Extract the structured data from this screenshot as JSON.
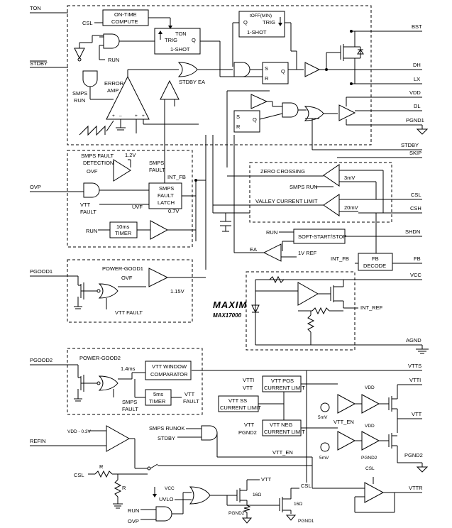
{
  "logo": "MAXIM",
  "part_number": "MAX17000",
  "pins_left": {
    "ton": "TON",
    "stdby": "STDBY",
    "ovp": "OVP",
    "pgood1": "PGOOD1",
    "pgood2": "PGOOD2",
    "refin": "REFIN",
    "csl2": "CSL",
    "run": "RUN",
    "ovp2": "OVP",
    "vdd03": "VDD - 0.3V"
  },
  "pins_right": {
    "bst": "BST",
    "dh": "DH",
    "lx": "LX",
    "vdd": "VDD",
    "dl": "DL",
    "pgnd1": "PGND1",
    "stdby": "STDBY",
    "skip": "SKIP",
    "csl": "CSL",
    "csh": "CSH",
    "shdn": "SHDN",
    "fb": "FB",
    "vcc": "VCC",
    "agnd": "AGND",
    "vtts": "VTTS",
    "vtti": "VTTI",
    "vtt": "VTT",
    "pgnd2": "PGND2",
    "vttr": "VTTR"
  },
  "blocks": {
    "on_time_1": "ON-TIME",
    "on_time_2": "COMPUTE",
    "csl_in": "CSL",
    "ton_oneshot_1": "TON",
    "ton_oneshot_trig": "TRIG",
    "ton_oneshot_q": "Q",
    "ton_oneshot_2": "1-SHOT",
    "toff_1": "tOFF(MIN)",
    "toff_q": "Q",
    "toff_trig": "TRIG",
    "toff_2": "1-SHOT",
    "run": "RUN",
    "smps_run_1": "SMPS",
    "smps_run_2": "RUN",
    "error_amp_1": "ERROR",
    "error_amp_2": "AMP",
    "stdby_ea": "STDBY EA",
    "sr_s": "S",
    "sr_r": "R",
    "sr_q": "Q",
    "sr2_s": "S",
    "sr2_r": "R",
    "sr2_q": "Q",
    "zero_crossing": "ZERO CROSSING",
    "zc_3mv": "3mV",
    "smps_run_label": "SMPS RUN",
    "valley_current_limit": "VALLEY CURRENT LIMIT",
    "vcl_20mv": "20mV",
    "smps_fault_det_1": "SMPS FAULT",
    "smps_fault_det_2": "DETECTION",
    "v12": "1.2V",
    "ovf": "OVF",
    "smps_fault_1": "SMPS",
    "smps_fault_2": "FAULT",
    "int_fb": "INT_FB",
    "latch_1": "SMPS",
    "latch_2": "FAULT",
    "latch_3": "LATCH",
    "vtt_fault_1": "VTT",
    "vtt_fault_2": "FAULT",
    "uvf": "UVF",
    "v07": "0.7V",
    "run2": "RUN",
    "timer_1": "10ms",
    "timer_2": "TIMER",
    "run3": "RUN",
    "soft_start": "SOFT-START/STOP",
    "ea": "EA",
    "ref_1v": "1V REF",
    "int_fb2": "INT_FB",
    "fb_decode_1": "FB",
    "fb_decode_2": "DECODE",
    "pg1_title": "POWER-GOOD1",
    "pg1_ovf": "OVF",
    "pg1_115": "1.15V",
    "pg1_vtt_fault": "VTT FAULT",
    "int_ref": "INT_REF",
    "pg2_title": "POWER-GOOD2",
    "pg2_14ms": "1.4ms",
    "vtt_window_1": "VTT WINDOW",
    "vtt_window_2": "COMPARATOR",
    "timer5_1": "5ms",
    "timer5_2": "TIMER",
    "vtt_fault3_1": "VTT",
    "vtt_fault3_2": "FAULT",
    "smps_fault3_1": "SMPS",
    "smps_fault3_2": "FAULT",
    "vtti_in": "VTTI",
    "vtt_in": "VTT",
    "vtt_pos_1": "VTT POS",
    "vtt_pos_2": "CURRENT LIMIT",
    "vtt_ss_1": "VTT SS",
    "vtt_ss_2": "CURRENT LIMIT",
    "vtt_neg_1": "VTT NEG",
    "vtt_neg_2": "CURRENT LIMIT",
    "vtt_in2": "VTT",
    "pgnd2_in": "PGND2",
    "smps_runok": "SMPS RUNOK",
    "stdby2": "STDBY",
    "vtt_en": "VTT_EN",
    "vtt_en2": "VTT_EN",
    "v5mv_a": "5mV",
    "v5mv_b": "5mV",
    "vdd_a": "VDD",
    "vdd_b": "VDD",
    "pgnd2_b": "PGND2",
    "csl_b": "CSL",
    "r1": "R",
    "r2": "R",
    "vcc2": "VCC",
    "uvlo": "UVLO",
    "vtt_top": "VTT",
    "csl_c": "CSL",
    "r16_a": "16Ω",
    "r16_b": "16Ω",
    "pgnd2_c": "PGND2",
    "pgnd1_c": "PGND1"
  }
}
